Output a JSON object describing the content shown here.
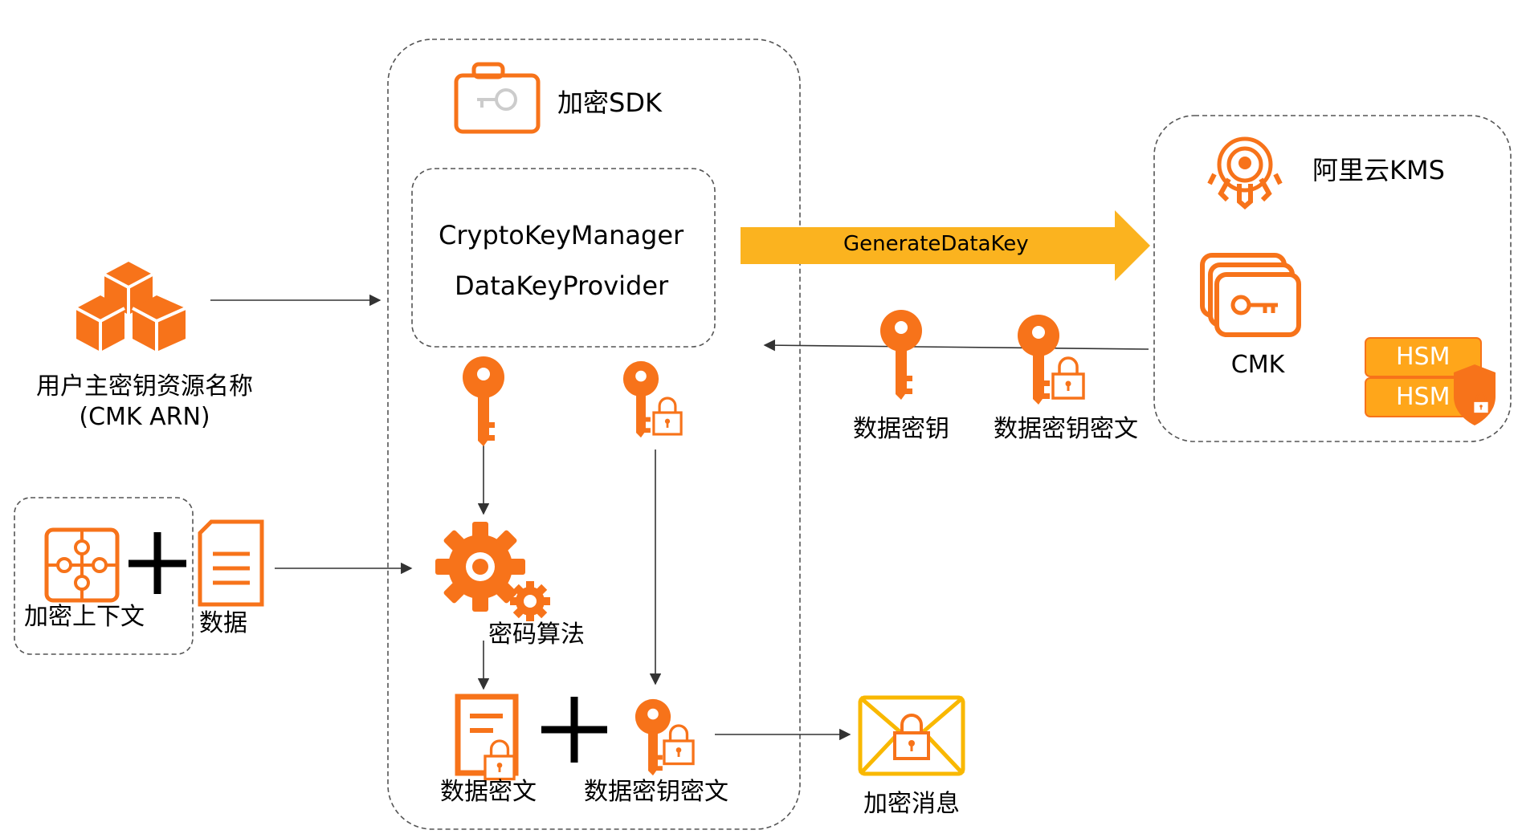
{
  "sdk": {
    "title": "加密SDK",
    "components": [
      "CryptoKeyManager",
      "DataKeyProvider"
    ]
  },
  "kms": {
    "title": "阿里云KMS",
    "cmk": "CMK",
    "hsm": [
      "HSM",
      "HSM"
    ]
  },
  "request_label": "GenerateDataKey",
  "user_key_label": [
    "用户主密钥资源名称",
    "(CMK ARN)"
  ],
  "context_label": "加密上下文",
  "data_label": "数据",
  "algorithm_label": "密码算法",
  "returned": {
    "plain_key": "数据密钥",
    "encrypted_key": "数据密钥密文"
  },
  "output": {
    "ciphertext": "数据密文",
    "encrypted_key": "数据密钥密文",
    "message": "加密消息"
  },
  "colors": {
    "accent": "#F7731A",
    "arrow_gold": "#FBB31F",
    "envelope": "#F9B800",
    "hsm_fill": "#FFA61A",
    "border": "#555555"
  },
  "icons": [
    "blocks-icon",
    "briefcase-key-icon",
    "kms-key-icon",
    "cmk-cards-icon",
    "key-icon",
    "locked-key-icon",
    "gears-icon",
    "puzzle-icon",
    "document-icon",
    "locked-document-icon",
    "envelope-lock-icon",
    "shield-lock-icon"
  ]
}
